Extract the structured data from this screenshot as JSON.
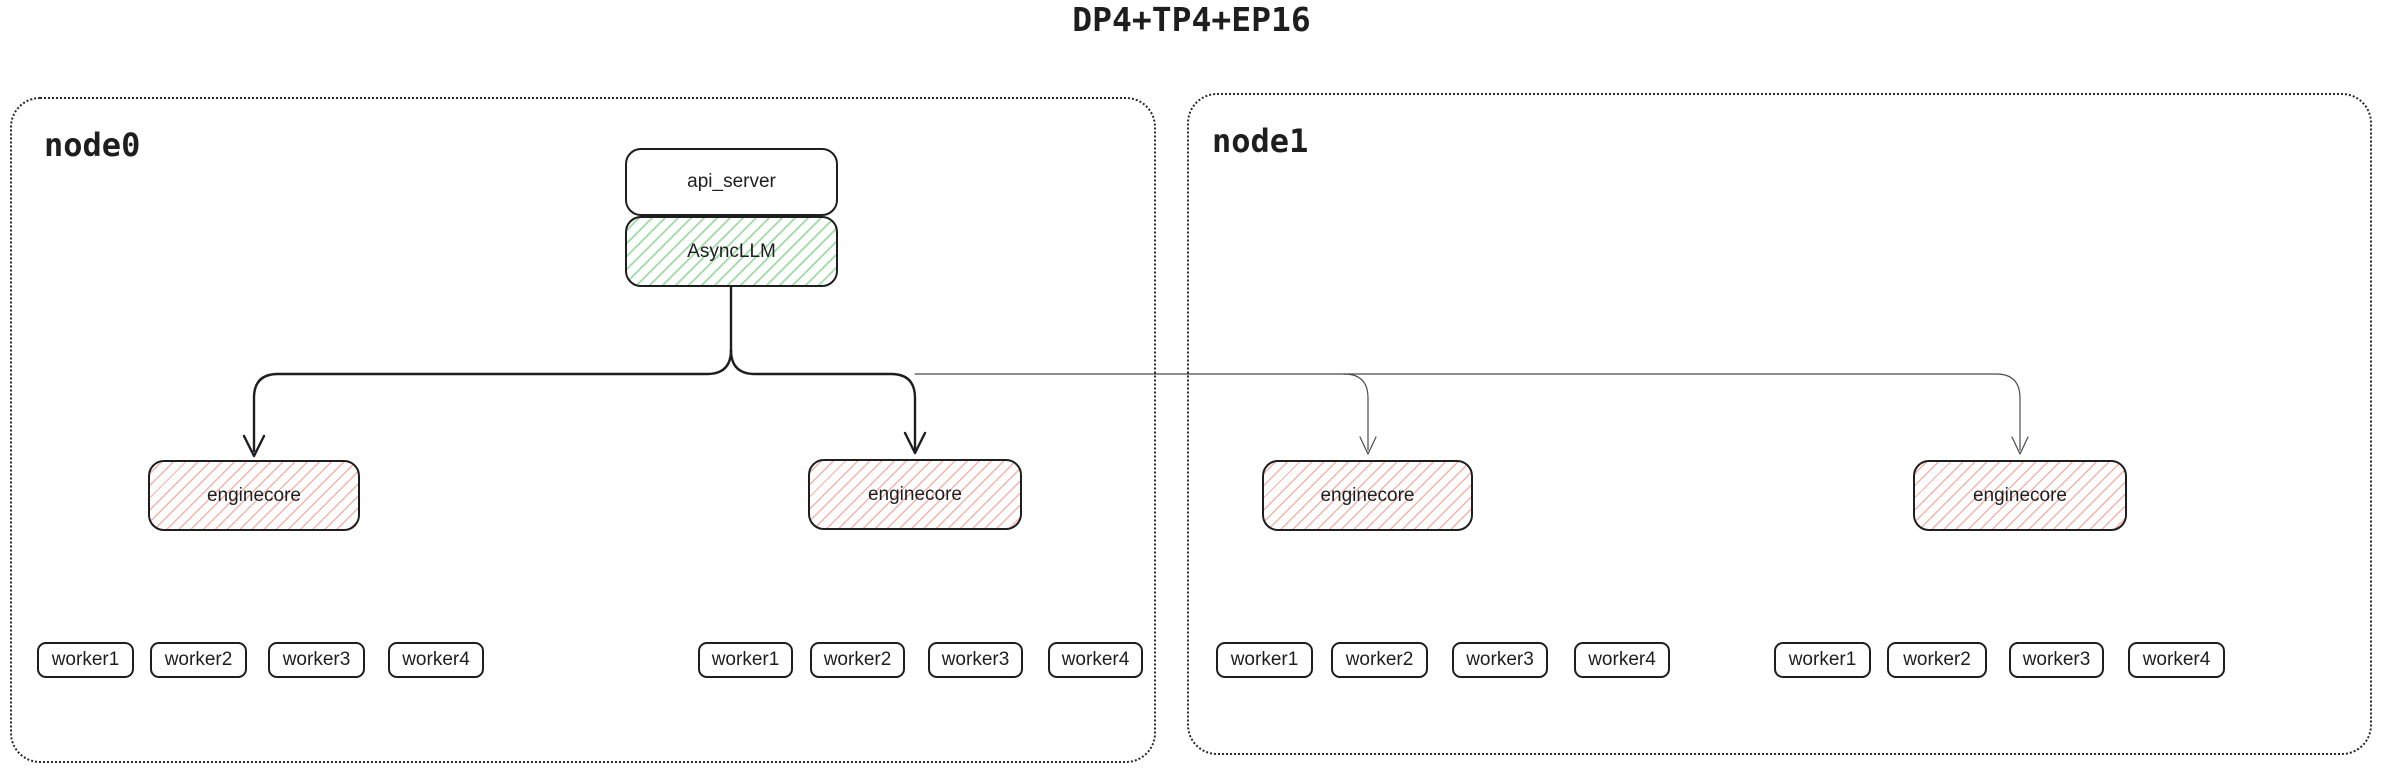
{
  "title": "DP4+TP4+EP16",
  "colors": {
    "background": "#ffffff",
    "shape_border": "#1e1e1e",
    "container_dotted_border": "#2a2a2a",
    "asyncllm_hatch_green": "#9fdca6",
    "enginecore_hatch_red": "#f4b3aa",
    "connector_thick": "#1e1e1e",
    "connector_thin": "#4a4a4a"
  },
  "nodes": [
    {
      "label": "node0",
      "api_server": "api_server",
      "async_llm": "AsyncLLM",
      "enginecores": [
        "enginecore",
        "enginecore"
      ],
      "worker_groups": [
        [
          "worker1",
          "worker2",
          "worker3",
          "worker4"
        ],
        [
          "worker1",
          "worker2",
          "worker3",
          "worker4"
        ]
      ]
    },
    {
      "label": "node1",
      "enginecores": [
        "enginecore",
        "enginecore"
      ],
      "worker_groups": [
        [
          "worker1",
          "worker2",
          "worker3",
          "worker4"
        ],
        [
          "worker1",
          "worker2",
          "worker3",
          "worker4"
        ]
      ]
    }
  ],
  "edges": [
    {
      "from": "AsyncLLM",
      "to": "node0 enginecore 1",
      "style": "thick-arrow"
    },
    {
      "from": "AsyncLLM",
      "to": "node0 enginecore 2",
      "style": "thick-arrow"
    },
    {
      "from": "AsyncLLM",
      "to": "node1 enginecore 1",
      "style": "thin-arrow"
    },
    {
      "from": "AsyncLLM",
      "to": "node1 enginecore 2",
      "style": "thin-arrow"
    }
  ]
}
